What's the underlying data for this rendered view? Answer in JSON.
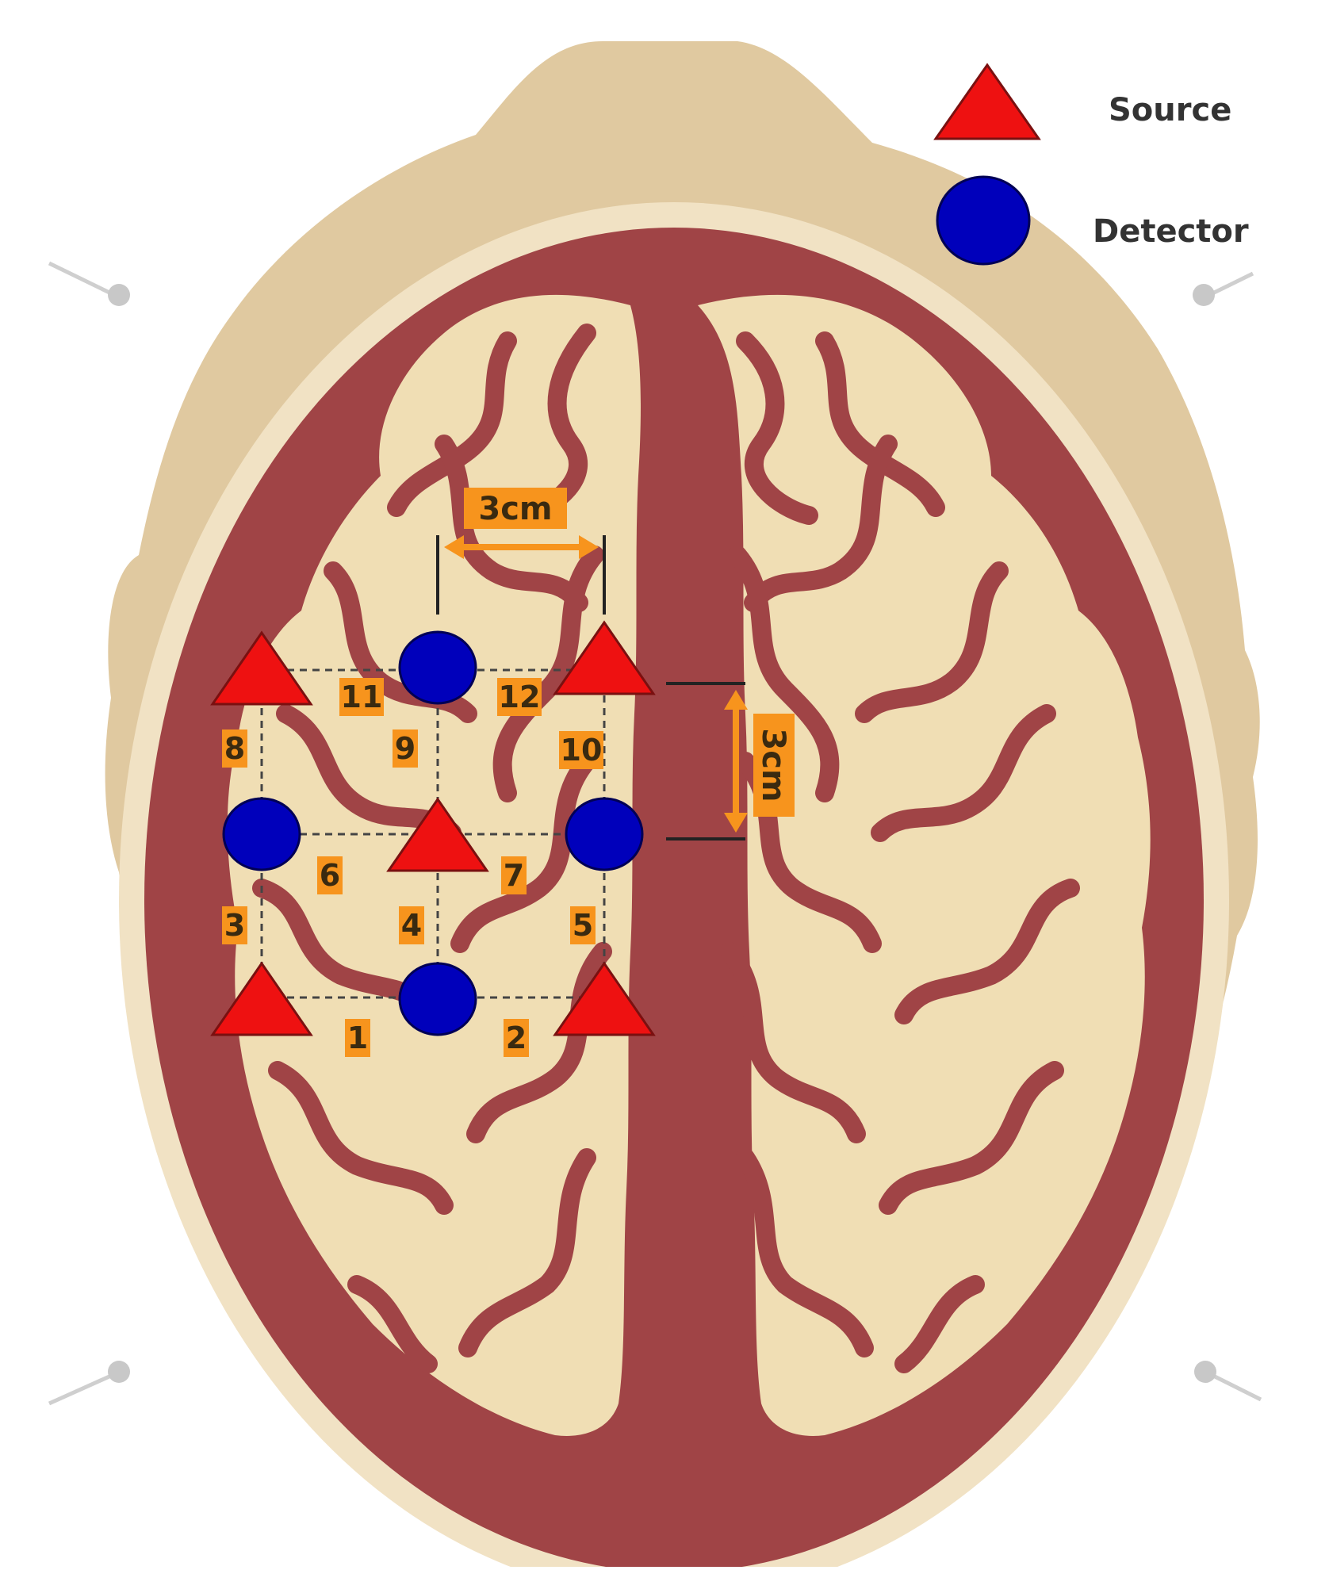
{
  "legend": {
    "source_label": "Source",
    "detector_label": "Detector"
  },
  "dimensions": {
    "horizontal": "3cm",
    "vertical": "3cm"
  },
  "channels": [
    "1",
    "2",
    "3",
    "4",
    "5",
    "6",
    "7",
    "8",
    "9",
    "10",
    "11",
    "12"
  ],
  "colors": {
    "source": "#ee1111",
    "detector": "#0000bb",
    "scalp": "#e0c9a0",
    "skull": "#f1e2c4",
    "brain_dark": "#a04446",
    "gyri": "#f0deb4",
    "label_bg": "#f7941d"
  }
}
